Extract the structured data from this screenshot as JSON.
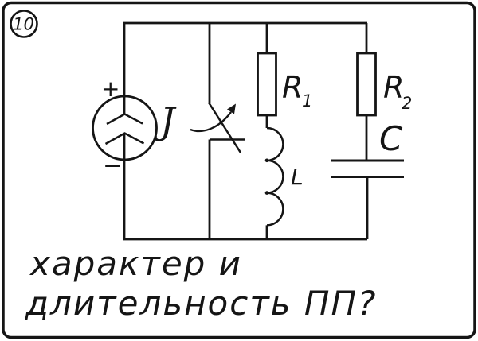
{
  "figure_number": "10",
  "colors": {
    "ink": "#151515",
    "background": "#ffffff"
  },
  "circuit": {
    "source_plus": "+",
    "source_minus": "−",
    "source_label": "J",
    "resistor1": {
      "base": "R",
      "sub": "1"
    },
    "resistor2": {
      "base": "R",
      "sub": "2"
    },
    "inductor_label": "L",
    "capacitor_label": "C"
  },
  "question": {
    "line1": "характер и",
    "line2": "длительность ПП?"
  }
}
